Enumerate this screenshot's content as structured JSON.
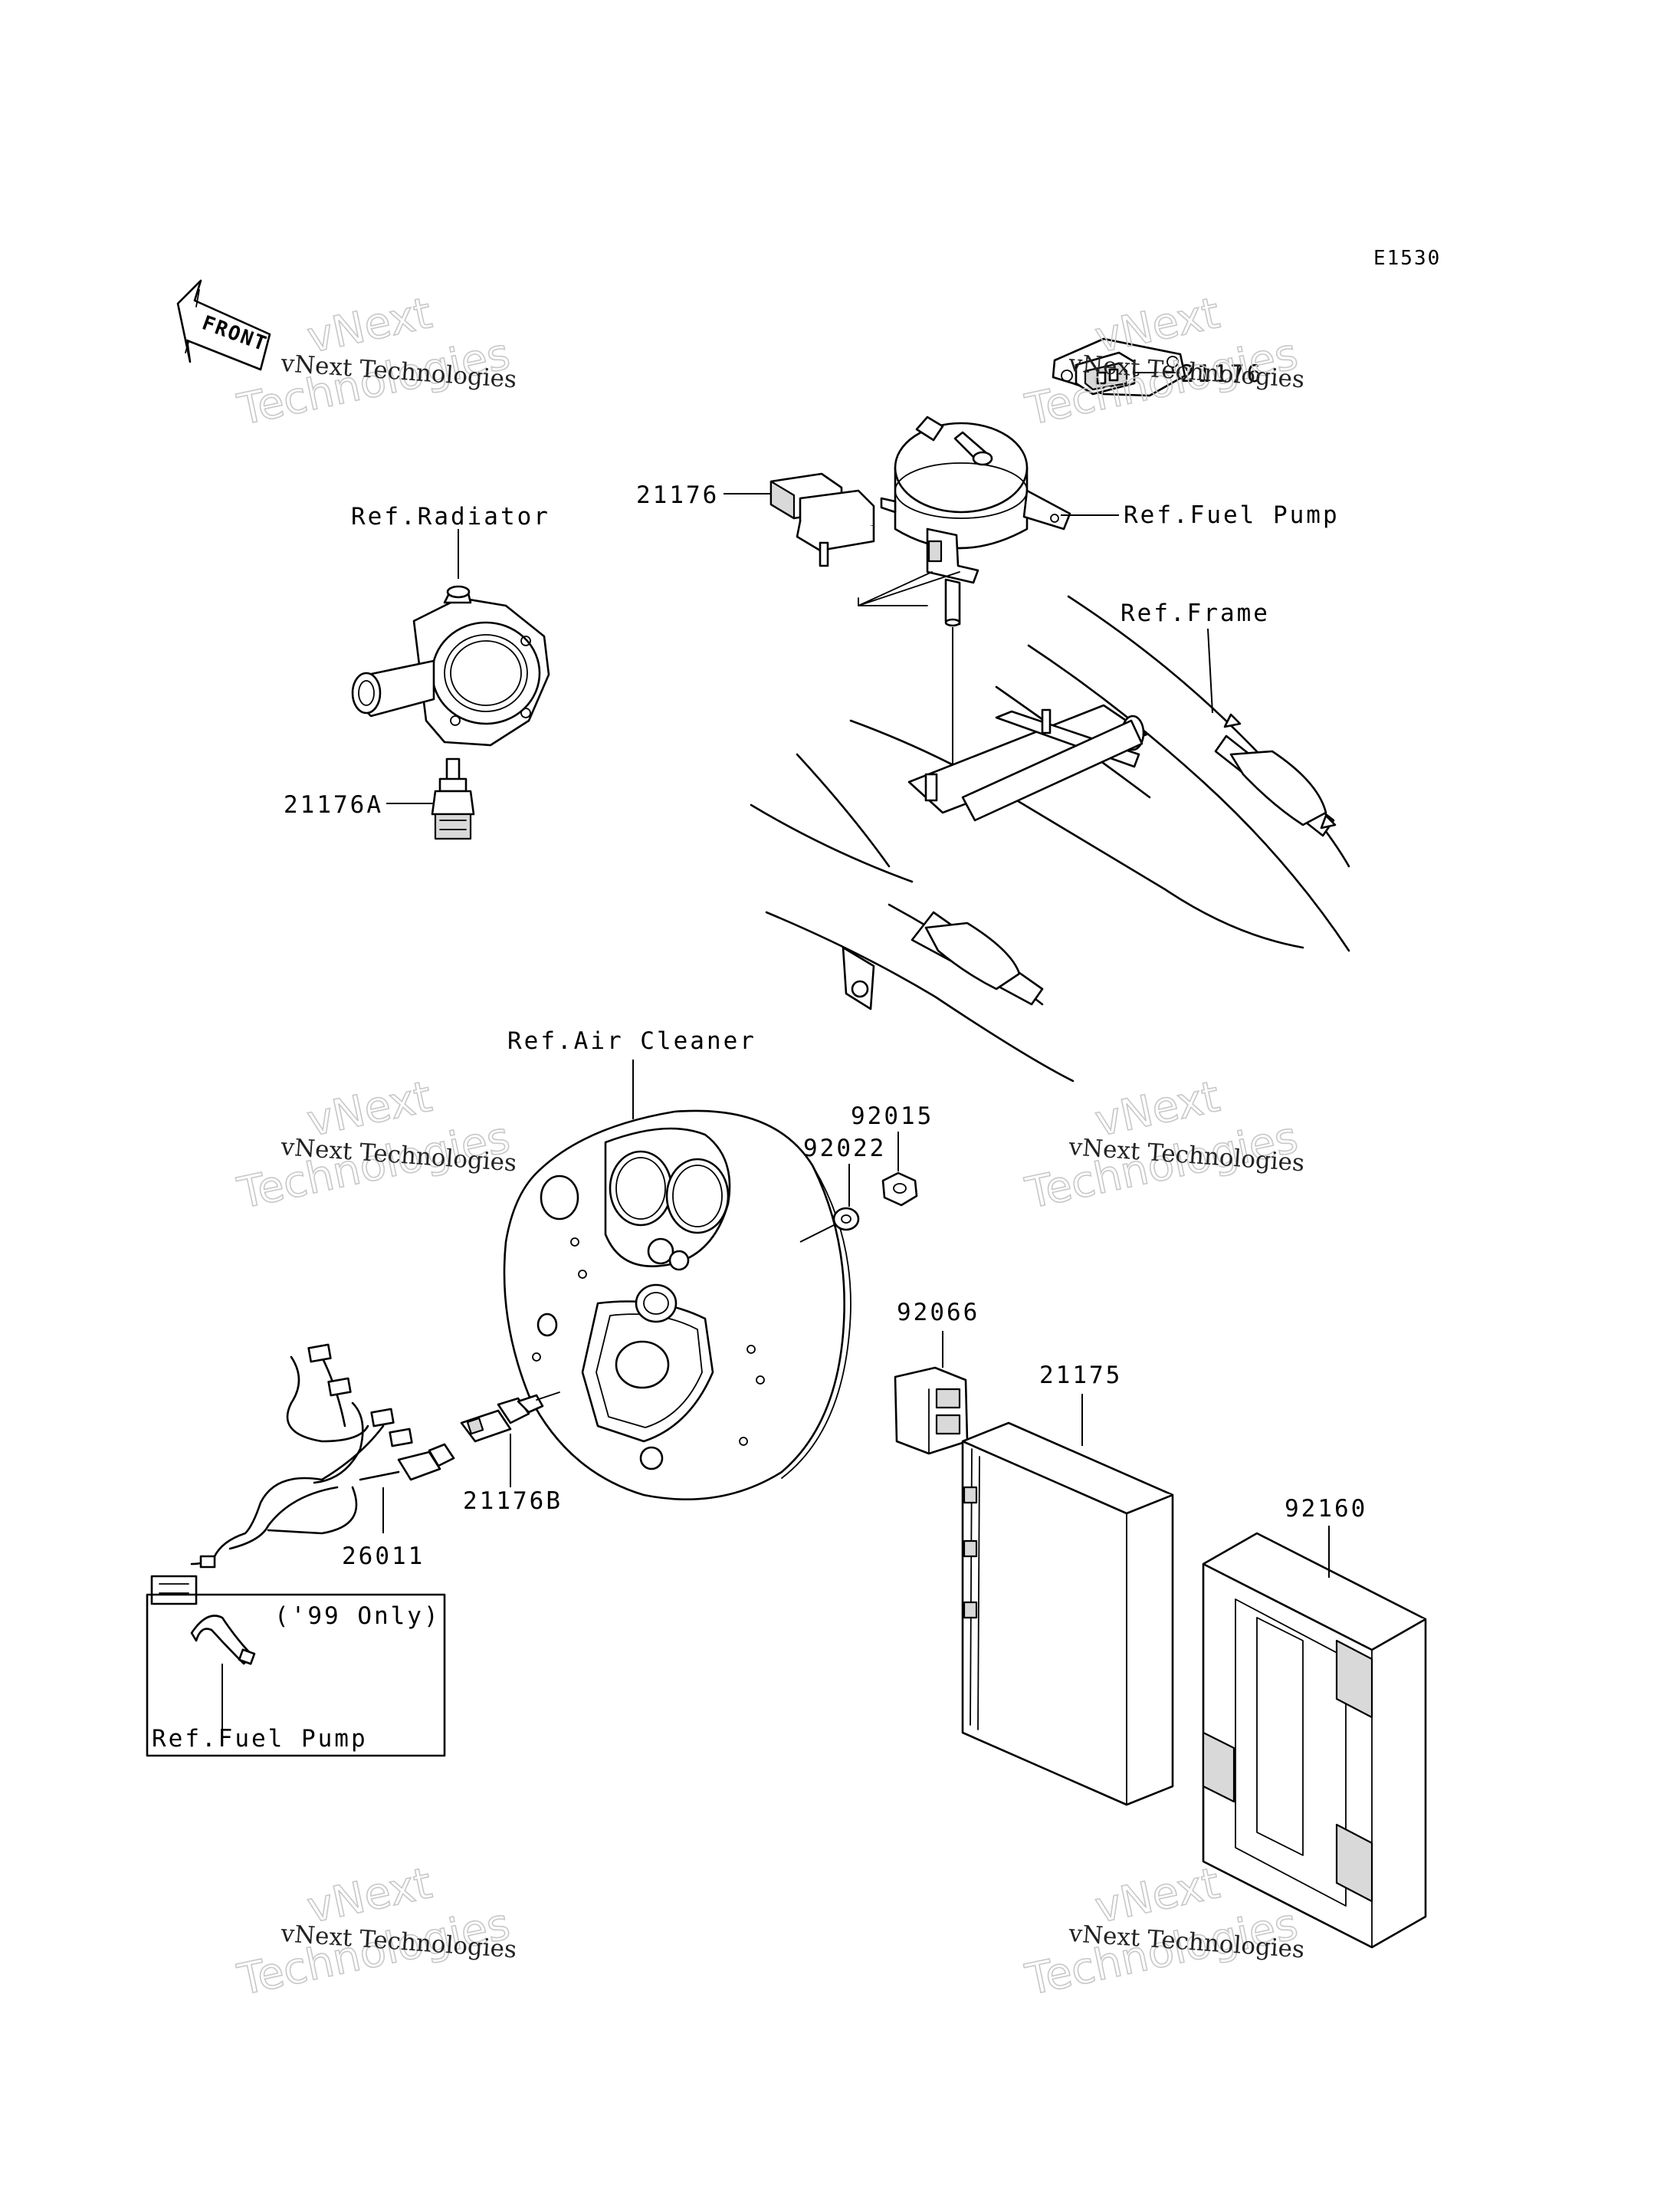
{
  "diagram": {
    "code": "E1530",
    "front_label": "FRONT",
    "parts": {
      "p21176": "21176",
      "p21176_top": "21176",
      "p21176A": "21176A",
      "p21176B": "21176B",
      "p26011": "26011",
      "p92015": "92015",
      "p92022": "92022",
      "p92066": "92066",
      "p21175": "21175",
      "p92160": "92160"
    },
    "refs": {
      "radiator": "Ref.Radiator",
      "fuel_pump": "Ref.Fuel Pump",
      "frame": "Ref.Frame",
      "air_cleaner": "Ref.Air Cleaner",
      "fuel_pump_inset": "Ref.Fuel Pump"
    },
    "inset_note": "('99 Only)"
  },
  "watermark": {
    "line_small": "vNext Technologies",
    "line_large_1": "vNext",
    "line_large_2": "Technologies"
  }
}
